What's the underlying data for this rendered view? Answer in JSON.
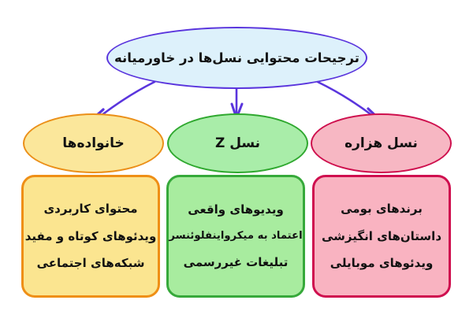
{
  "diagram": {
    "title_node": {
      "text": "ترجیحات محتوایی نسل‌ها در خاورمیانه",
      "fill": "#ddf1fb",
      "stroke": "#5a35dd"
    },
    "arrow_color": "#5a35dd",
    "branches": [
      {
        "id": "families",
        "ellipse_label": "خانواده‌ها",
        "fill": "#fbe79b",
        "stroke": "#eb8f18",
        "box_fill": "#fbe590",
        "box_stroke": "#ef8f16",
        "items": [
          "محتوای کاربردی",
          "ویدئوهای کوتاه و مفید",
          "شبکه‌های اجتماعی"
        ]
      },
      {
        "id": "genz",
        "ellipse_label": "نسل  Z",
        "fill": "#a9eda9",
        "stroke": "#2fa82f",
        "box_fill": "#a8ec9f",
        "box_stroke": "#36a93a",
        "items": [
          "ویدیوهای واقعی",
          "اعتماد به میکرواینفلوئنسر",
          "تبلیغات غیررسمی"
        ]
      },
      {
        "id": "millennials",
        "ellipse_label": "نسل هزاره",
        "fill": "#f7b7c3",
        "stroke": "#ce0f4d",
        "box_fill": "#f9b3c1",
        "box_stroke": "#cf0f4f",
        "items": [
          "برندهای بومی",
          "داستان‌های انگیزشی",
          "ویدئوهای موبایلی"
        ]
      }
    ]
  }
}
